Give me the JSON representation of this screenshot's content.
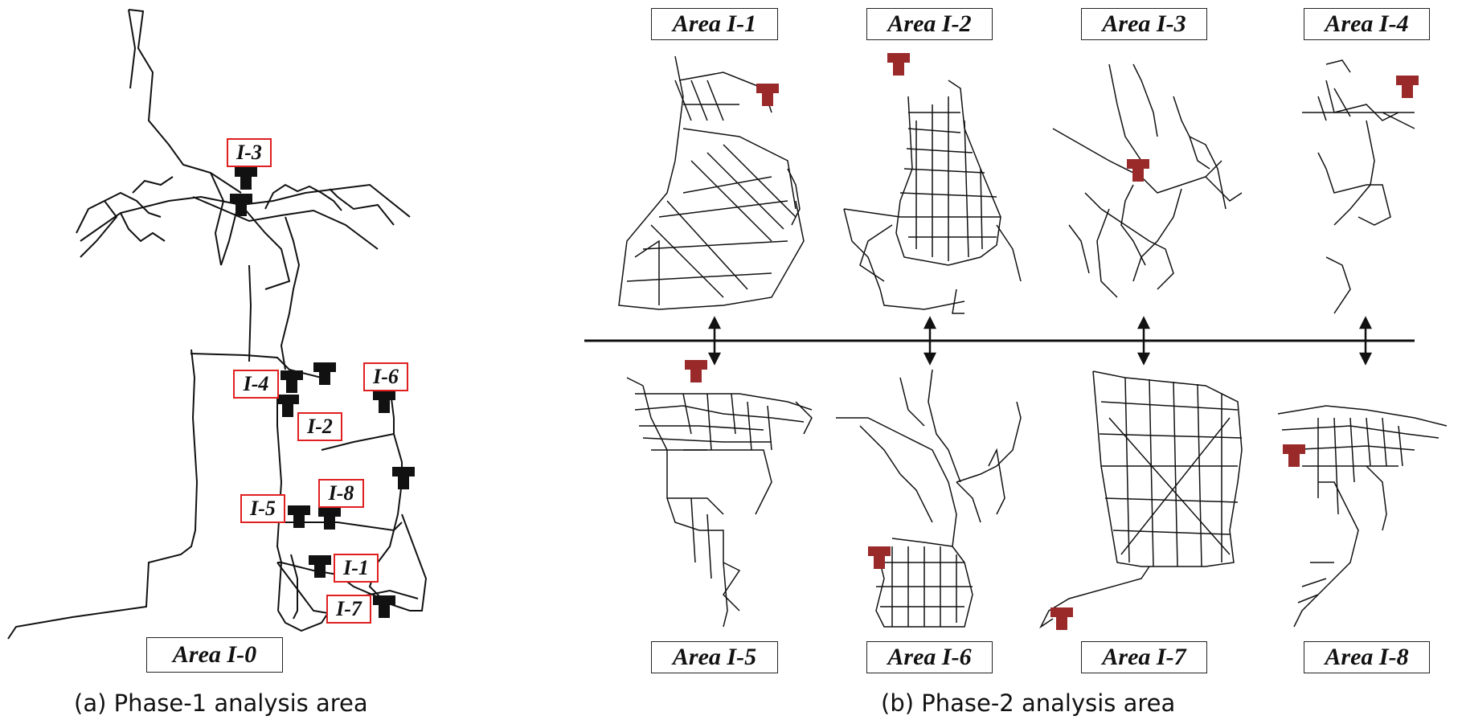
{
  "phase1": {
    "area_label": "Area I-0",
    "caption": "(a) Phase-1 analysis area",
    "tags": [
      "I-3",
      "I-4",
      "I-6",
      "I-2",
      "I-8",
      "I-5",
      "I-1",
      "I-7"
    ]
  },
  "phase2": {
    "caption": "(b) Phase-2 analysis area",
    "areas_top": [
      "Area I-1",
      "Area I-2",
      "Area I-3",
      "Area I-4"
    ],
    "areas_bottom": [
      "Area I-5",
      "Area I-6",
      "Area I-7",
      "Area I-8"
    ]
  },
  "colors": {
    "network_line": "#111111",
    "phase1_tank": "#111111",
    "phase2_tank": "#9a2a2a",
    "tag_border": "#e02020"
  },
  "icons": {
    "tank": "water-tank-icon",
    "double_arrow": "double-arrow-icon"
  }
}
